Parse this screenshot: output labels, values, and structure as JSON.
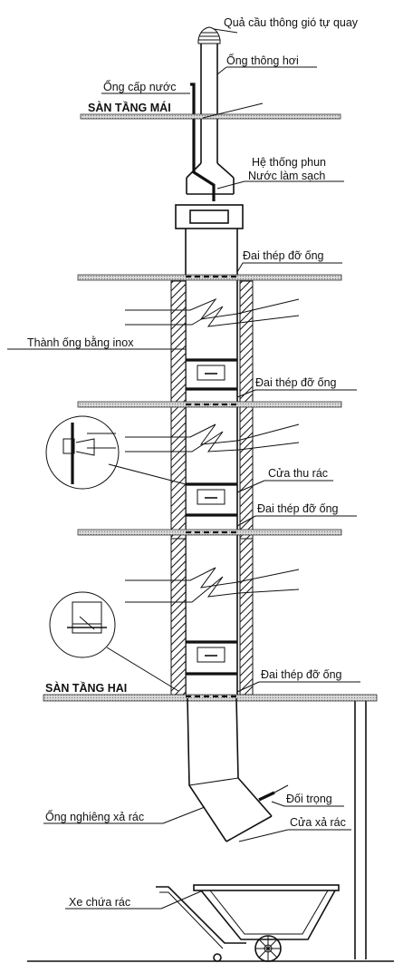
{
  "labels": {
    "vent_ball": "Quả cầu thông gió tự quay",
    "vent_pipe": "Ống thông hơi",
    "water_pipe": "Ống cấp nước",
    "roof_floor": "SÀN TẦNG MÁI",
    "spray_line1": "Hệ thống phun",
    "spray_line2": "Nước làm sạch",
    "steel_band": "Đai thép đỡ ống",
    "inox_wall": "Thành ống bằng inox",
    "collect_door": "Cửa thu rác",
    "second_floor": "SÀN TẦNG HAI",
    "slope_pipe": "Ống nghiêng xả rác",
    "counterweight": "Đối trọng",
    "discharge_door": "Cửa xả rác",
    "trash_cart": "Xe chứa rác"
  }
}
